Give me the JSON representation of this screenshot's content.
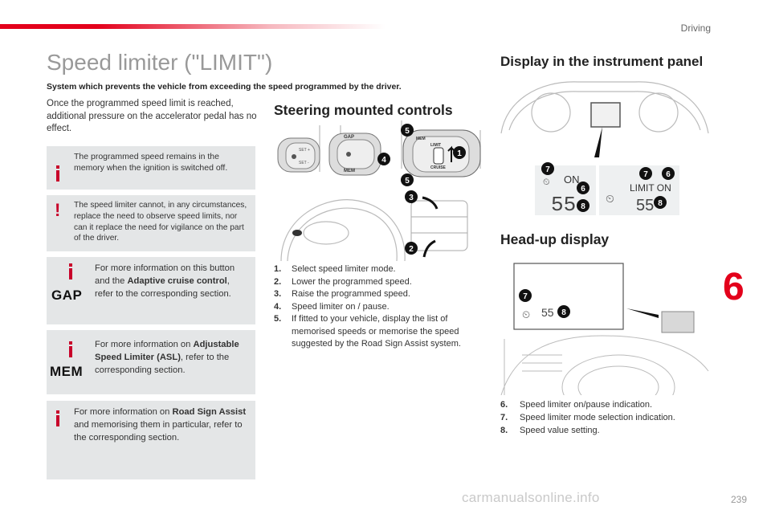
{
  "header": {
    "section": "Driving"
  },
  "title": "Speed limiter (\"LIMIT\")",
  "subtitle": "System which prevents the vehicle from exceeding the speed programmed by the driver.",
  "intro": "Once the programmed speed limit is reached, additional pressure on the accelerator pedal has no effect.",
  "notes": [
    {
      "text": "The programmed speed remains in the memory when the ignition is switched off."
    },
    {
      "text": "The speed limiter cannot, in any circumstances, replace the need to observe speed limits, nor can it replace the need for vigilance on the part of the driver."
    },
    {
      "tag": "GAP",
      "pre": "For more information on this button and the ",
      "bold": "Adaptive cruise control",
      "post": ", refer to the corresponding section."
    },
    {
      "tag": "MEM",
      "pre": "For more information on ",
      "bold": "Adjustable Speed Limiter (ASL)",
      "post": ", refer to the corresponding section."
    },
    {
      "pre": "For more information on ",
      "bold": "Road Sign Assist",
      "post": " and memorising them in particular, refer to the corresponding section."
    }
  ],
  "steering": {
    "heading": "Steering mounted controls",
    "stalk_labels": {
      "set_plus": "SET +",
      "set_minus": "SET -",
      "gap": "GAP",
      "mem": "MEM",
      "limit": "LIMIT",
      "cruise": "CRUISE"
    },
    "callouts": [
      "5",
      "4",
      "5",
      "1",
      "3",
      "2"
    ],
    "steps": [
      {
        "n": "1.",
        "text": "Select speed limiter mode."
      },
      {
        "n": "2.",
        "text": "Lower the programmed speed."
      },
      {
        "n": "3.",
        "text": "Raise the programmed speed."
      },
      {
        "n": "4.",
        "text": "Speed limiter on / pause."
      },
      {
        "n": "5.",
        "text": "If fitted to your vehicle, display the list of memorised speeds or memorise the speed suggested by the Road Sign Assist system."
      }
    ]
  },
  "instrument": {
    "heading": "Display in the instrument panel",
    "panel_left": {
      "status": "ON",
      "speed": "55"
    },
    "panel_right": {
      "status": "LIMIT ON",
      "speed": "55"
    },
    "callouts": {
      "seven": "7",
      "six": "6",
      "eight": "8"
    }
  },
  "hud": {
    "heading": "Head-up display",
    "speed": "55",
    "legend": [
      {
        "n": "6.",
        "text": "Speed limiter on/pause indication."
      },
      {
        "n": "7.",
        "text": "Speed limiter mode selection indication."
      },
      {
        "n": "8.",
        "text": "Speed value setting."
      }
    ]
  },
  "chapter": "6",
  "page_number": "239",
  "watermark": "carmanualsonline.info",
  "colors": {
    "accent": "#e3001b",
    "note_bg": "#e4e6e7"
  }
}
